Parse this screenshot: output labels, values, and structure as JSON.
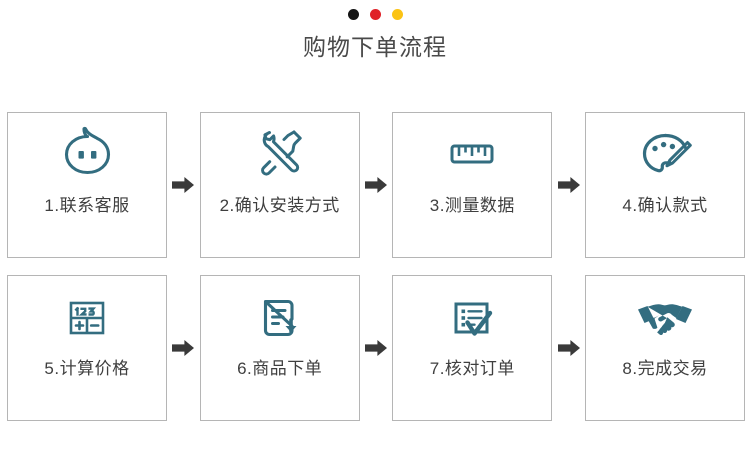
{
  "header": {
    "dots": [
      {
        "name": "dot-black",
        "color": "#141414"
      },
      {
        "name": "dot-red",
        "color": "#e02027"
      },
      {
        "name": "dot-yellow",
        "color": "#fbc314"
      }
    ],
    "title": "购物下单流程"
  },
  "theme": {
    "icon_color": "#336d80",
    "card_border": "#b5b5b5",
    "arrow_color": "#3a3a3a",
    "title_color": "#4a4a4a",
    "label_color": "#3f3f3f",
    "background": "#ffffff"
  },
  "flow": {
    "arrow_icon": "arrow-right-icon",
    "rows": [
      {
        "steps": [
          {
            "number": "1",
            "label": "1.联系客服",
            "icon": "chat-bubble-face-icon"
          },
          {
            "number": "2",
            "label": "2.确认安装方式",
            "icon": "hammer-wrench-icon"
          },
          {
            "number": "3",
            "label": "3.测量数据",
            "icon": "ruler-icon"
          },
          {
            "number": "4",
            "label": "4.确认款式",
            "icon": "palette-brush-icon"
          }
        ]
      },
      {
        "steps": [
          {
            "number": "5",
            "label": "5.计算价格",
            "icon": "calculator-icon"
          },
          {
            "number": "6",
            "label": "6.商品下单",
            "icon": "document-download-icon"
          },
          {
            "number": "7",
            "label": "7.核对订单",
            "icon": "checklist-check-icon"
          },
          {
            "number": "8",
            "label": "8.完成交易",
            "icon": "handshake-icon"
          }
        ]
      }
    ]
  },
  "calculator_icon_text": {
    "digits": "123",
    "plus": "+",
    "minus": "−"
  }
}
